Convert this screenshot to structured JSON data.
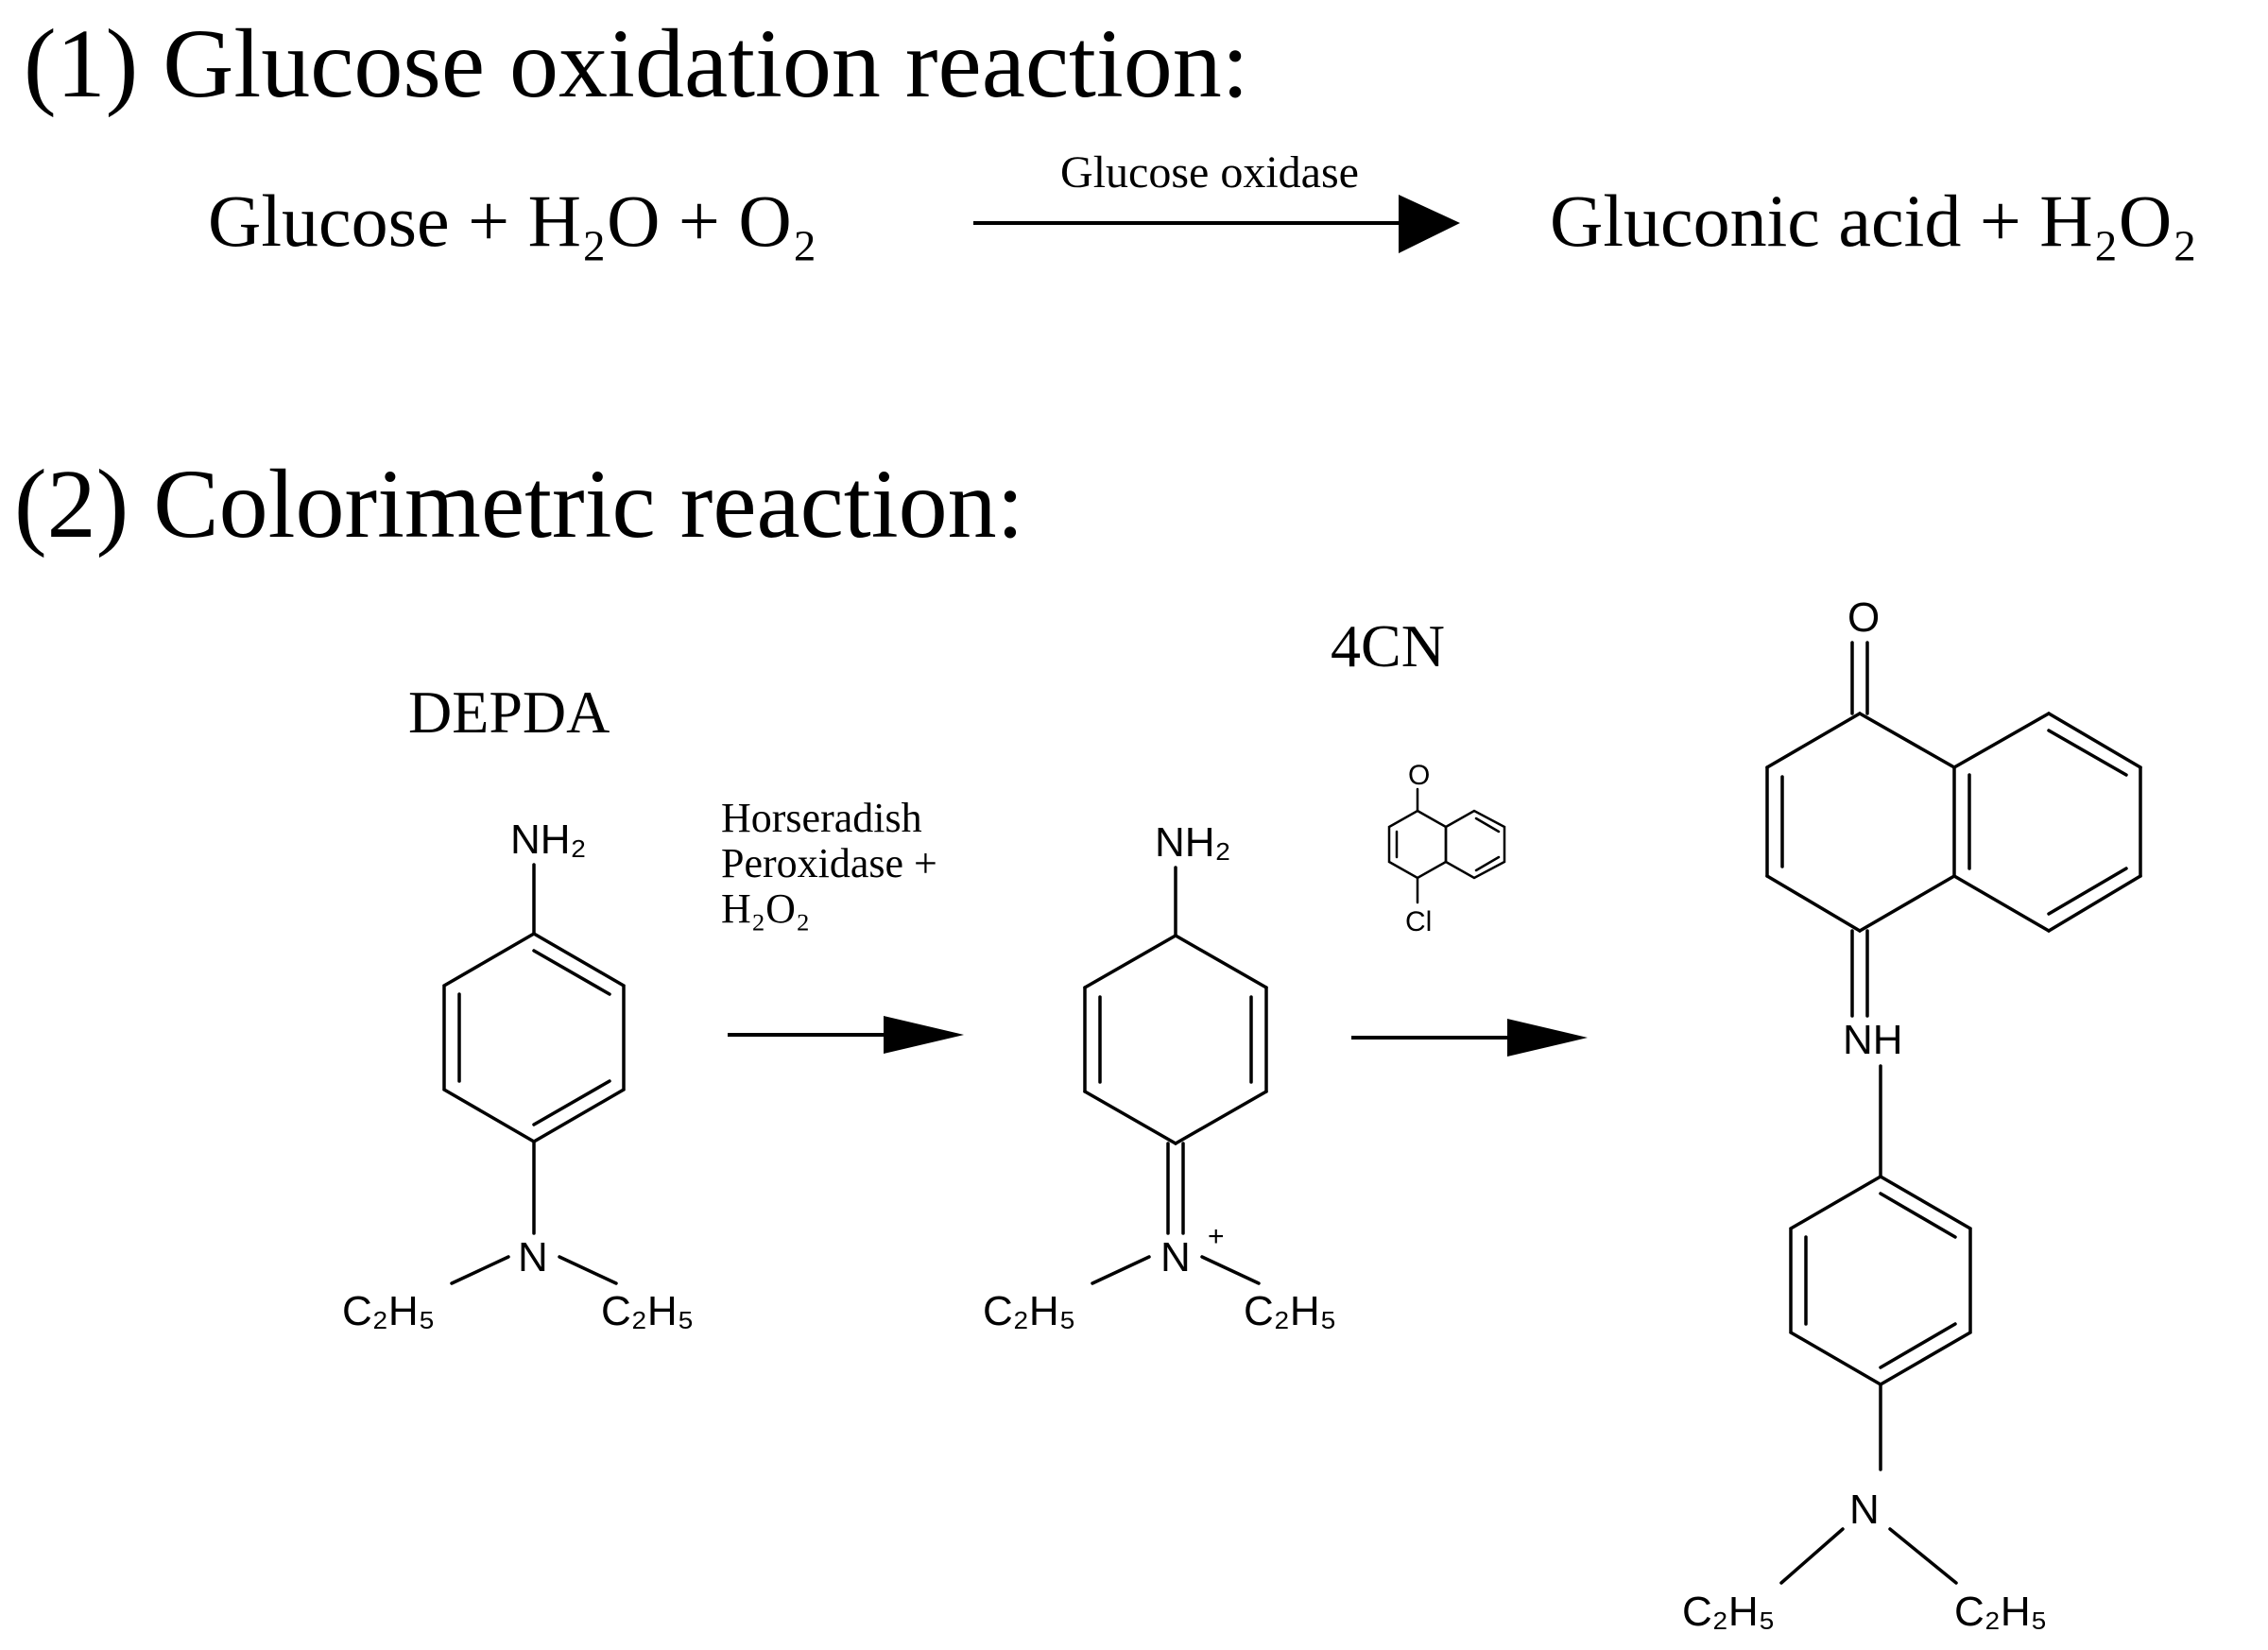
{
  "reaction1": {
    "heading": "(1) Glucose oxidation reaction:",
    "reactants": "Glucose + H₂O + O₂",
    "enzyme": "Glucose oxidase",
    "products": "Gluconic acid + H₂O₂"
  },
  "reaction2": {
    "heading": "(2) Colorimetric reaction:",
    "compound1_name": "DEPDA",
    "step1_condition": [
      "Horseradish",
      "Peroxidase +",
      "H₂O₂"
    ],
    "compound2_name": "4CN",
    "atoms": {
      "amine": "NH₂",
      "nitrogen": "N",
      "ethyl": "C₂H₅",
      "charge": "+",
      "oxygen": "O",
      "chlorine": "Cl",
      "imine": "NH"
    }
  }
}
